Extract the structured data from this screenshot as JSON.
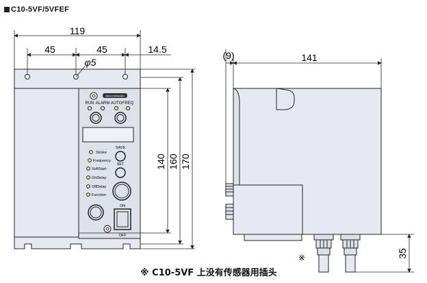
{
  "title": "C10-5VF/5VFEF",
  "footnote": "※ C10-5VF 上没有传感器用插头",
  "side_mark": "※",
  "dimensions": {
    "front_width": "119",
    "hole_pitch_left": "45",
    "hole_pitch_right": "45",
    "edge_offset": "14.5",
    "hole_diameter": "φ5",
    "panel_height": "140",
    "body_height": "160",
    "total_height": "170",
    "side_offset": "(9)",
    "side_depth": "141",
    "connector_height": "35"
  },
  "panel": {
    "badge": "MINI-STANDARD",
    "indicators": [
      "RUN",
      "ALARM",
      "AUTO",
      "FREQ"
    ],
    "modes": [
      "Stroke",
      "Frequency",
      "SoftStart",
      "OnDelay",
      "OffDelay",
      "Function"
    ],
    "save_label": "SAVE",
    "set_label": "SET",
    "on_label": "ON",
    "off_label": "OFF"
  },
  "colors": {
    "body_fill": "#e6e9f1",
    "panel_fill": "#dde1ea",
    "led_fill": "#f5e6a0",
    "line": "#222222"
  }
}
